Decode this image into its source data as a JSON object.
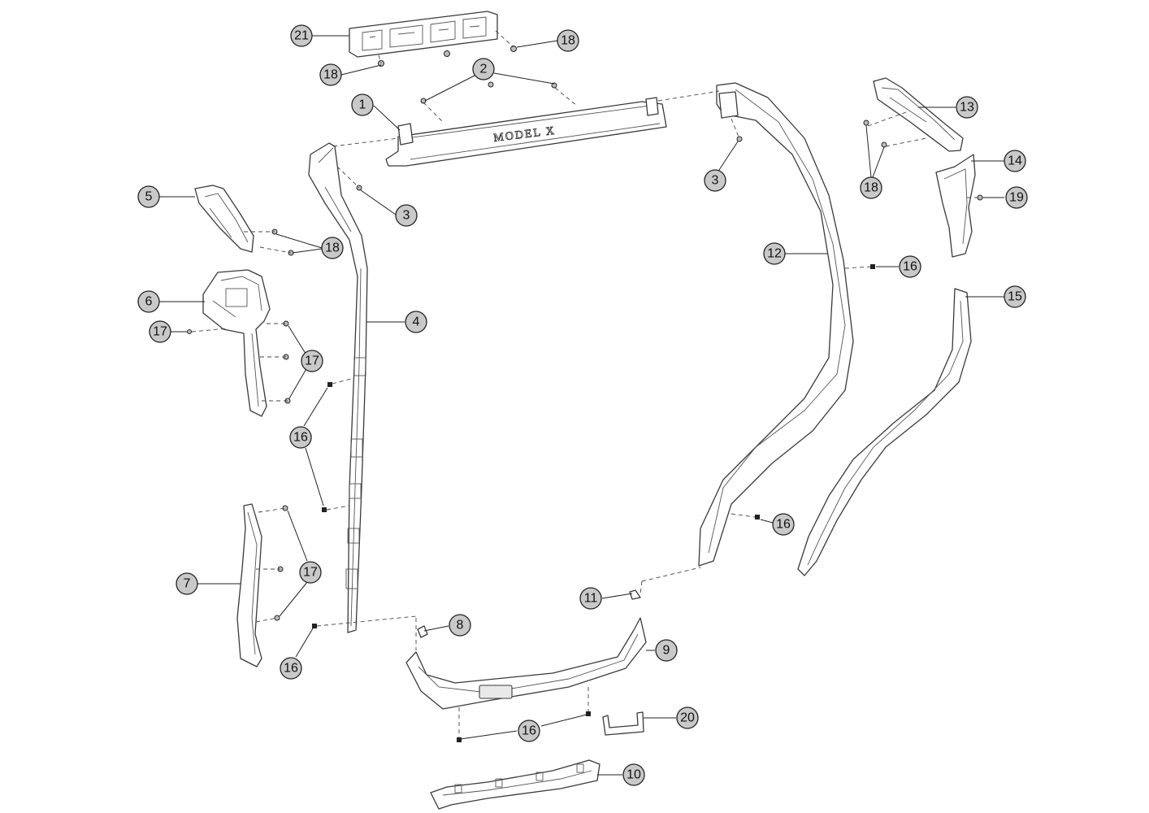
{
  "diagram": {
    "badge_text": "MODEL X",
    "callouts": [
      {
        "id": "c21",
        "label": "21"
      },
      {
        "id": "c18a",
        "label": "18"
      },
      {
        "id": "c18b",
        "label": "18"
      },
      {
        "id": "c2",
        "label": "2"
      },
      {
        "id": "c1",
        "label": "1"
      },
      {
        "id": "c3a",
        "label": "3"
      },
      {
        "id": "c3b",
        "label": "3"
      },
      {
        "id": "c5",
        "label": "5"
      },
      {
        "id": "c18c",
        "label": "18"
      },
      {
        "id": "c6",
        "label": "6"
      },
      {
        "id": "c17a",
        "label": "17"
      },
      {
        "id": "c17b",
        "label": "17"
      },
      {
        "id": "c4",
        "label": "4"
      },
      {
        "id": "c16a",
        "label": "16"
      },
      {
        "id": "c7",
        "label": "7"
      },
      {
        "id": "c17c",
        "label": "17"
      },
      {
        "id": "c16b",
        "label": "16"
      },
      {
        "id": "c8",
        "label": "8"
      },
      {
        "id": "c11",
        "label": "11"
      },
      {
        "id": "c9",
        "label": "9"
      },
      {
        "id": "c16c",
        "label": "16"
      },
      {
        "id": "c20",
        "label": "20"
      },
      {
        "id": "c10",
        "label": "10"
      },
      {
        "id": "c13",
        "label": "13"
      },
      {
        "id": "c14",
        "label": "14"
      },
      {
        "id": "c19",
        "label": "19"
      },
      {
        "id": "c18d",
        "label": "18"
      },
      {
        "id": "c12",
        "label": "12"
      },
      {
        "id": "c16d",
        "label": "16"
      },
      {
        "id": "c15",
        "label": "15"
      },
      {
        "id": "c16e",
        "label": "16"
      }
    ]
  }
}
